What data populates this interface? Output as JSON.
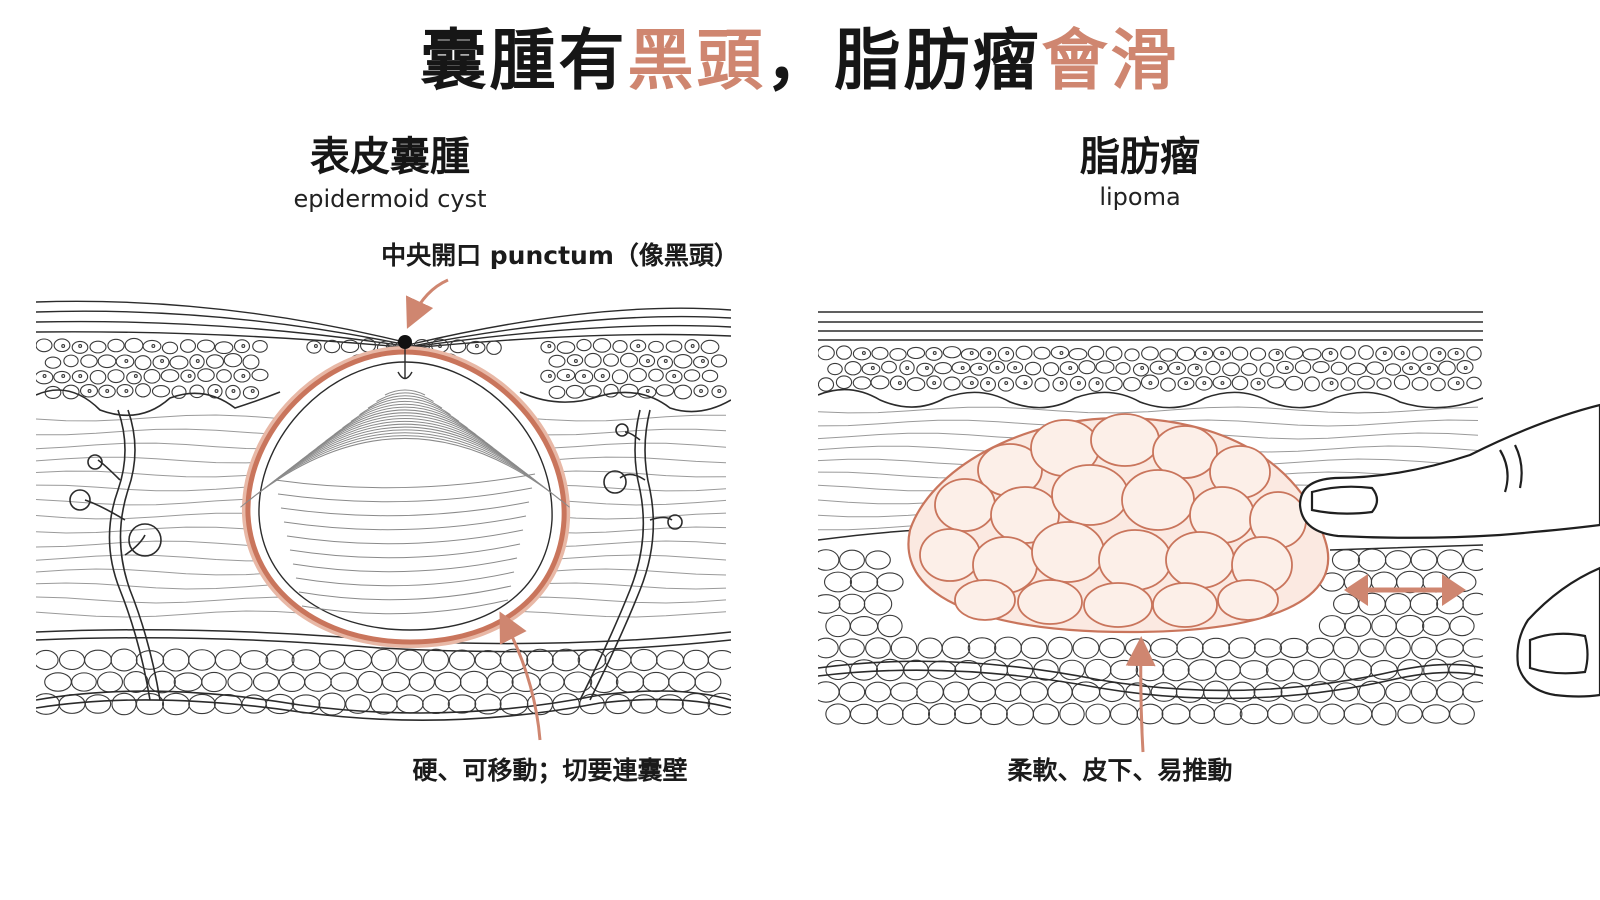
{
  "title": {
    "part1": "囊腫有",
    "part2": "黑頭",
    "part3": "，脂肪瘤",
    "part4": "會滑"
  },
  "left_panel": {
    "heading": "表皮囊腫",
    "subheading": "epidermoid cyst",
    "top_label": "中央開口 punctum（像黑頭）",
    "bottom_label": "硬、可移動；切要連囊壁"
  },
  "right_panel": {
    "heading": "脂肪瘤",
    "subheading": "lipoma",
    "bottom_label": "柔軟、皮下、易推動"
  },
  "colors": {
    "accent": "#cf8670",
    "cyst_wall": "#c9755c",
    "ink": "#2b2b2b",
    "fat_fill": "#fbe9e1"
  }
}
